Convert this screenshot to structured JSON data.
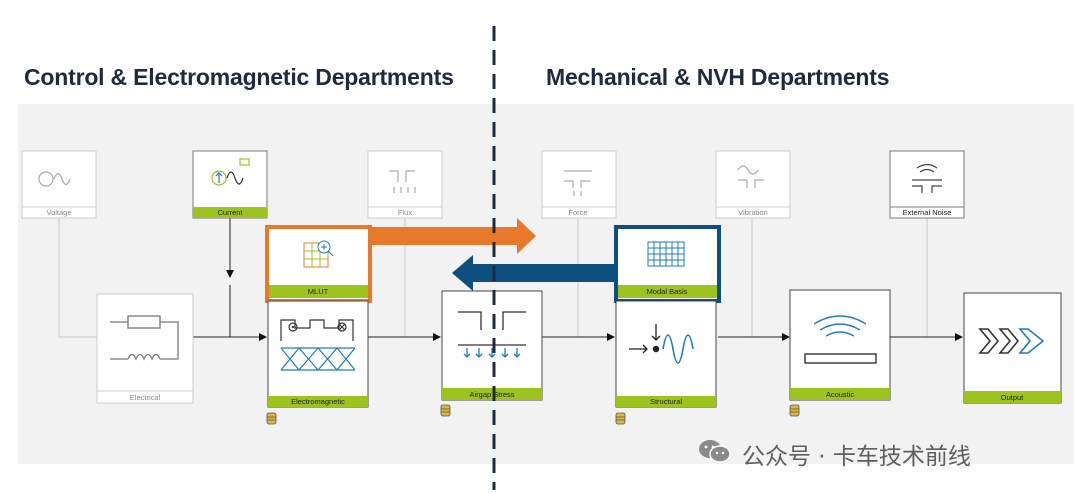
{
  "headings": {
    "left": "Control & Electromagnetic Departments",
    "right": "Mechanical & NVH Departments"
  },
  "blocks": {
    "voltage": "Voltage",
    "current": "Current",
    "flux": "Flux",
    "mlut": "MLUT",
    "electrical": "Electrical",
    "electromagnetic": "Electromagnetic",
    "airgap_stress": "Airgap Stress",
    "force": "Force",
    "vibration": "Vibration",
    "external_noise": "External Noise",
    "modal_basis": "Modal Basis",
    "structural": "Structural",
    "acoustic": "Acoustic",
    "output": "Output"
  },
  "watermark": "公众号 · 卡车技术前线",
  "colors": {
    "label_green": "#9dc31f",
    "orange_arrow": "#e8792b",
    "blue_arrow": "#0d4f7e",
    "icon_blue": "#1e7dbf",
    "heading": "#1e2a3e"
  }
}
